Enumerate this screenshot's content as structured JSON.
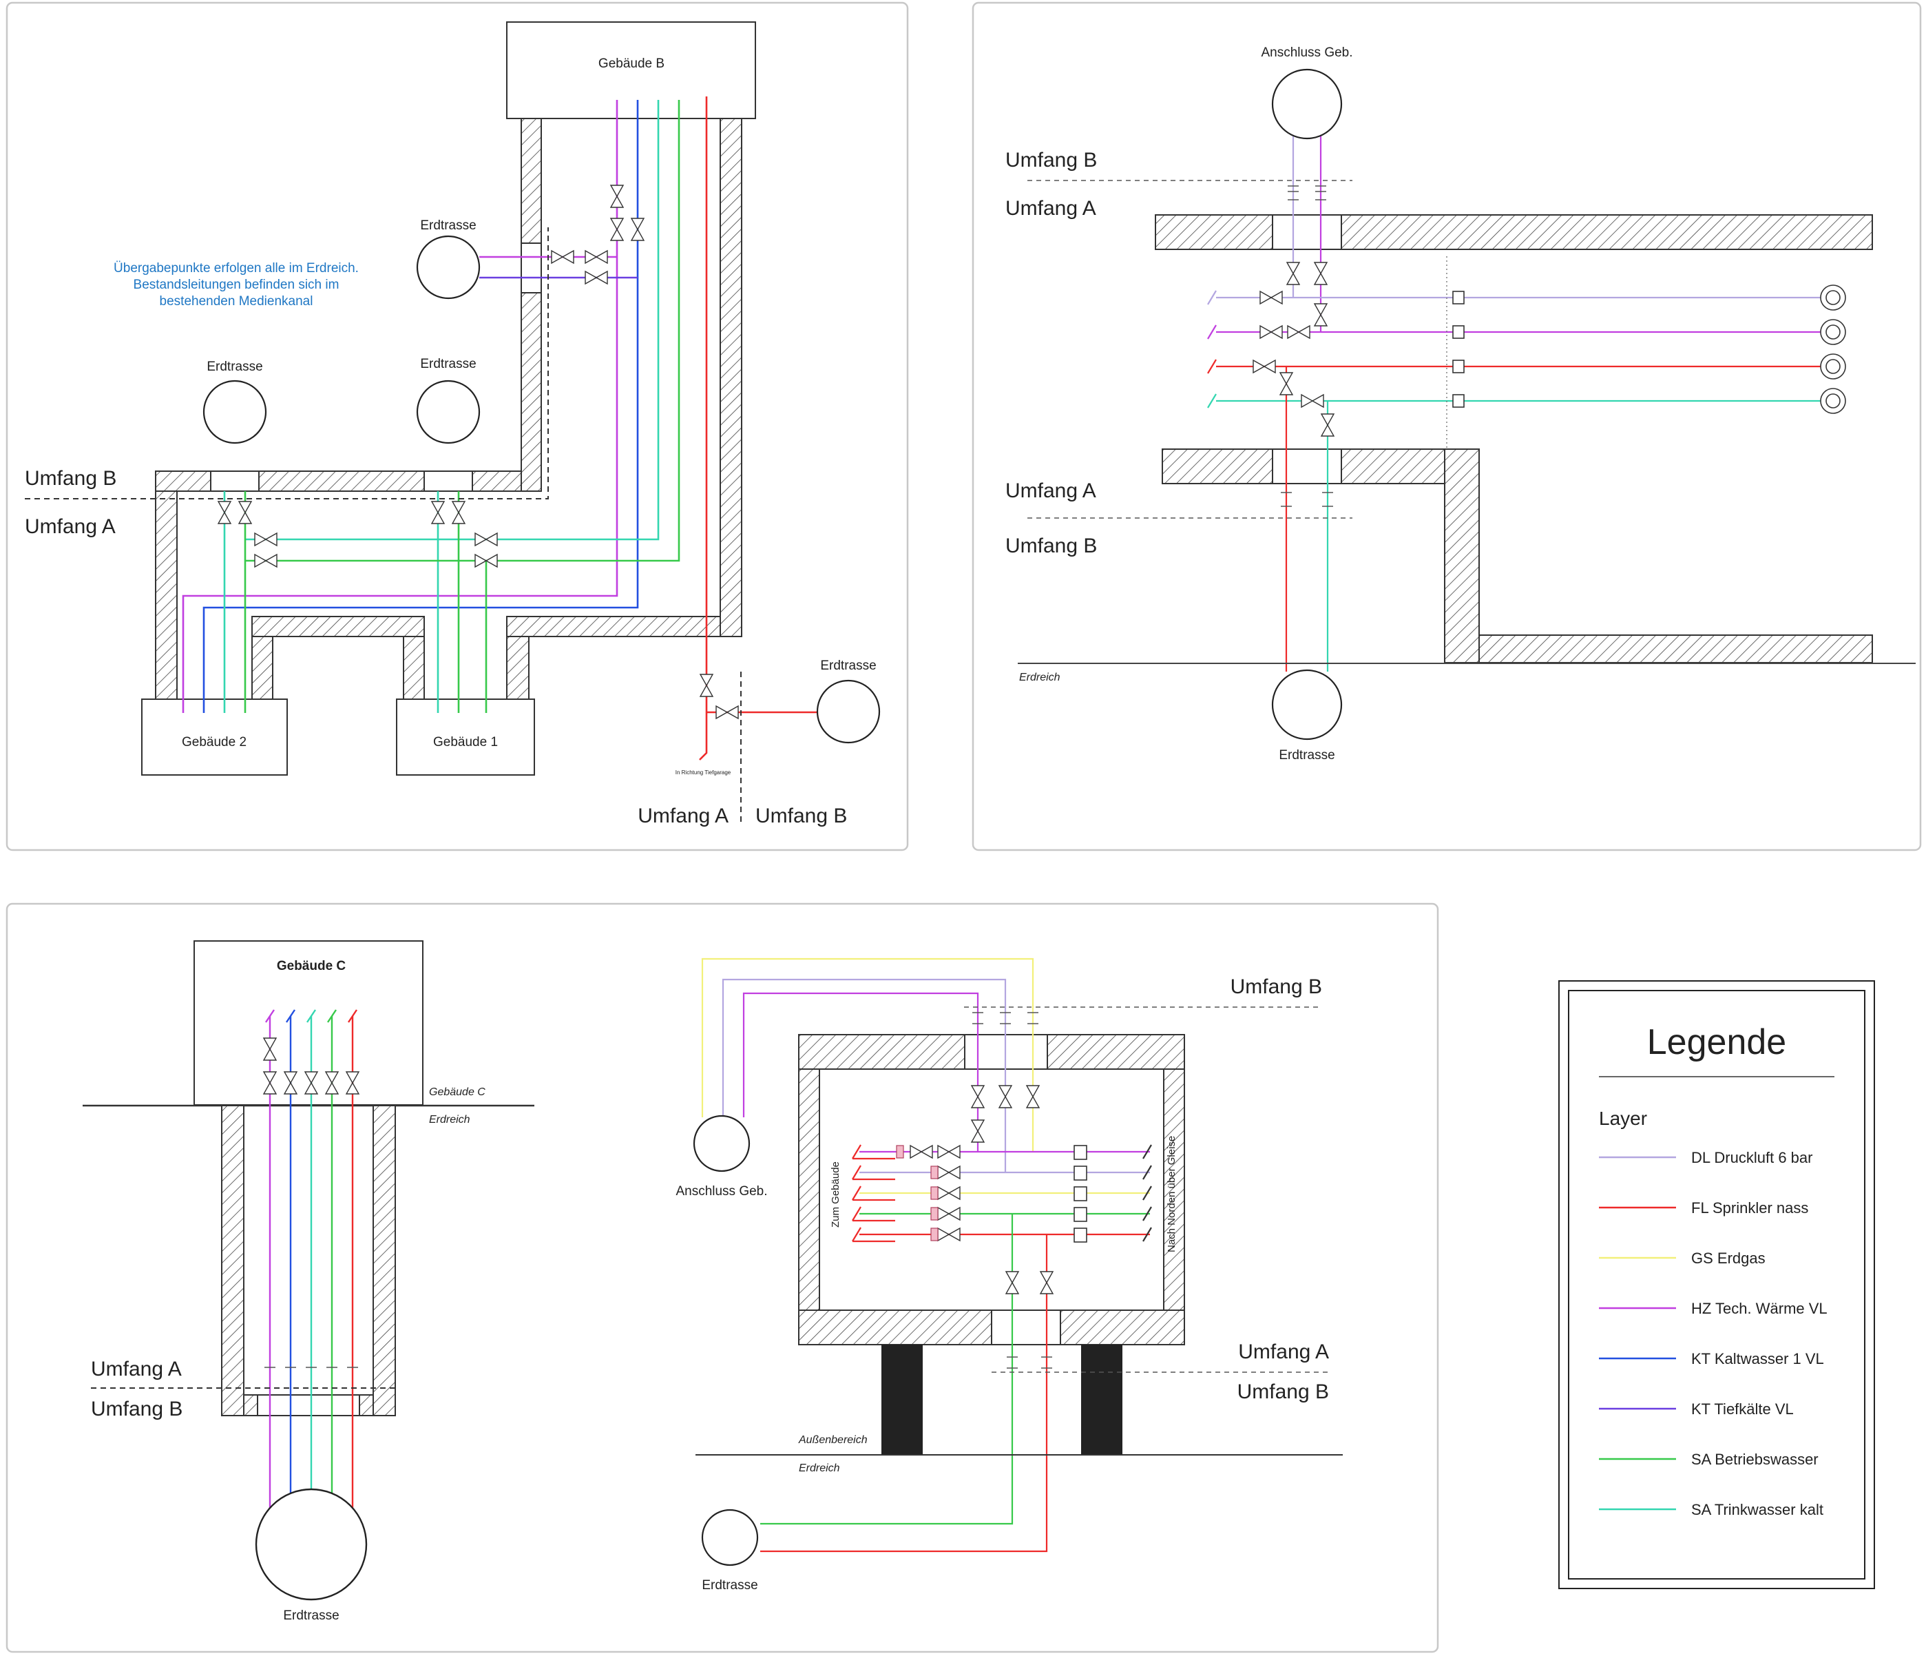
{
  "colors": {
    "dl": "#b3a6e0",
    "fl": "#ee2a2a",
    "gs": "#f2f07a",
    "hz": "#c13fe0",
    "kt1": "#2250e0",
    "ktt": "#6a3fe0",
    "sab": "#37c94a",
    "sat": "#33d6b0",
    "wall": "#333333",
    "frame": "#c8c8c8"
  },
  "panel1": {
    "gebaeude_b": "Gebäude B",
    "gebaeude_1": "Gebäude 1",
    "gebaeude_2": "Gebäude 2",
    "erdtrasse_1": "Erdtrasse",
    "erdtrasse_2": "Erdtrasse",
    "erdtrasse_3": "Erdtrasse",
    "erdtrasse_4": "Erdtrasse",
    "note_1": "Übergabepunkte erfolgen alle im Erdreich.",
    "note_2": "Bestandsleitungen befinden sich im",
    "note_3": "bestehenden Medienkanal",
    "umfang_b_left": "Umfang B",
    "umfang_a_left": "Umfang A",
    "umfang_a_bottom": "Umfang A",
    "umfang_b_bottom": "Umfang B",
    "tiefgarage": "In Richtung Tiefgarage"
  },
  "panel2": {
    "anschluss": "Anschluss Geb.",
    "umfang_b_top": "Umfang B",
    "umfang_a_top": "Umfang A",
    "umfang_a_mid": "Umfang A",
    "umfang_b_mid": "Umfang B",
    "erdreich": "Erdreich",
    "erdtrasse": "Erdtrasse"
  },
  "panel3": {
    "gebaeude_c": "Gebäude C",
    "gebaeude_c_line": "Gebäude C",
    "erdreich": "Erdreich",
    "umfang_a": "Umfang A",
    "umfang_b": "Umfang B",
    "erdtrasse": "Erdtrasse"
  },
  "panel4": {
    "umfang_b_top": "Umfang B",
    "anschluss": "Anschluss Geb.",
    "zum_gebaeude": "Zum Gebäude",
    "nach_norden": "Nach Norden über Gleise",
    "umfang_a": "Umfang A",
    "umfang_b": "Umfang B",
    "aussenbereich": "Außenbereich",
    "erdreich": "Erdreich",
    "erdtrasse": "Erdtrasse"
  },
  "legend": {
    "title": "Legende",
    "layer": "Layer",
    "items": [
      {
        "label": "DL Druckluft 6 bar",
        "color": "#b3a6e0"
      },
      {
        "label": "FL Sprinkler nass",
        "color": "#ee2a2a"
      },
      {
        "label": "GS Erdgas",
        "color": "#f2f07a"
      },
      {
        "label": "HZ Tech. Wärme VL",
        "color": "#c13fe0"
      },
      {
        "label": "KT Kaltwasser 1 VL",
        "color": "#2250e0"
      },
      {
        "label": "KT Tiefkälte VL",
        "color": "#6a3fe0"
      },
      {
        "label": "SA Betriebswasser",
        "color": "#37c94a"
      },
      {
        "label": "SA Trinkwasser kalt",
        "color": "#33d6b0"
      }
    ]
  }
}
